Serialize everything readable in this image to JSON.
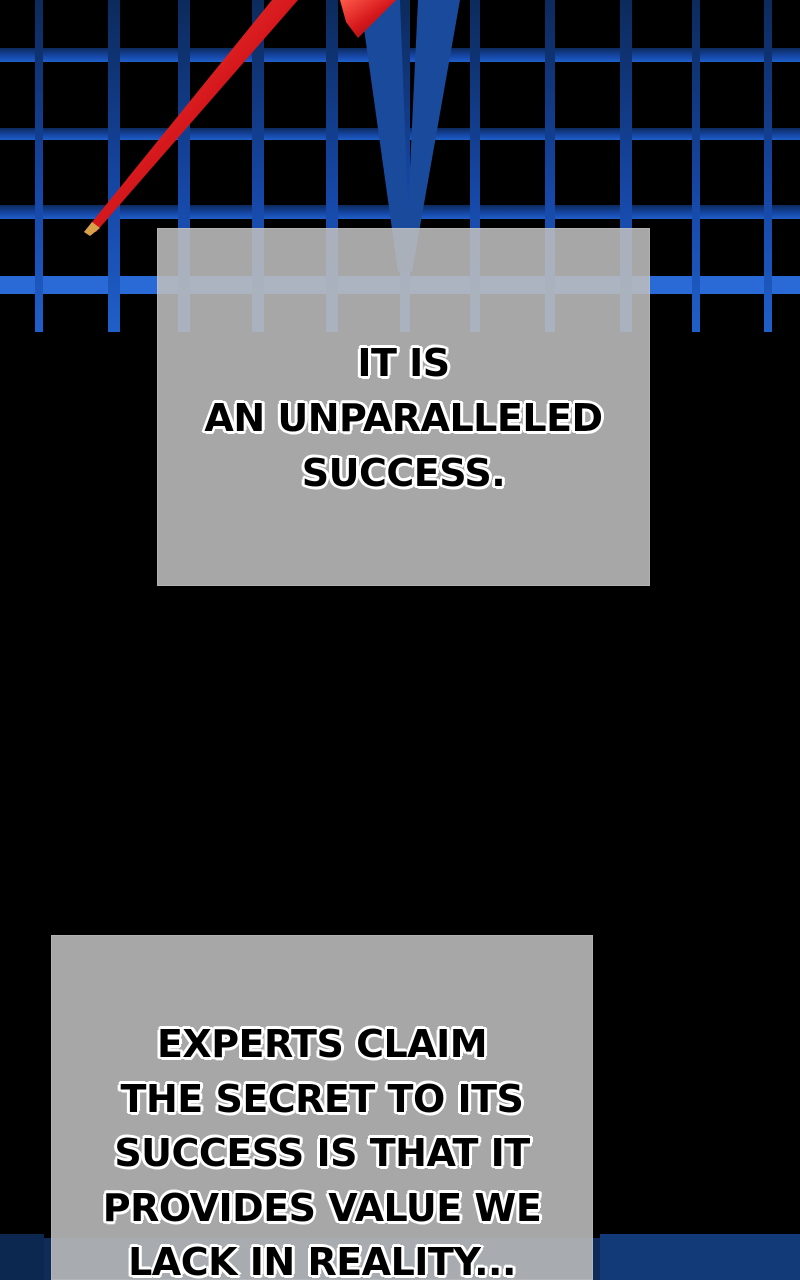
{
  "panel": {
    "background_color": "#000000",
    "grid_color": "#1f5fc8",
    "sword_color": "#e0262a"
  },
  "captions": [
    {
      "lines": [
        "IT IS",
        "AN UNPARALLELED",
        "SUCCESS."
      ]
    },
    {
      "lines": [
        "EXPERTS CLAIM",
        "THE SECRET TO ITS",
        "SUCCESS IS THAT IT",
        "PROVIDES VALUE WE",
        "LACK IN REALITY..."
      ]
    }
  ]
}
